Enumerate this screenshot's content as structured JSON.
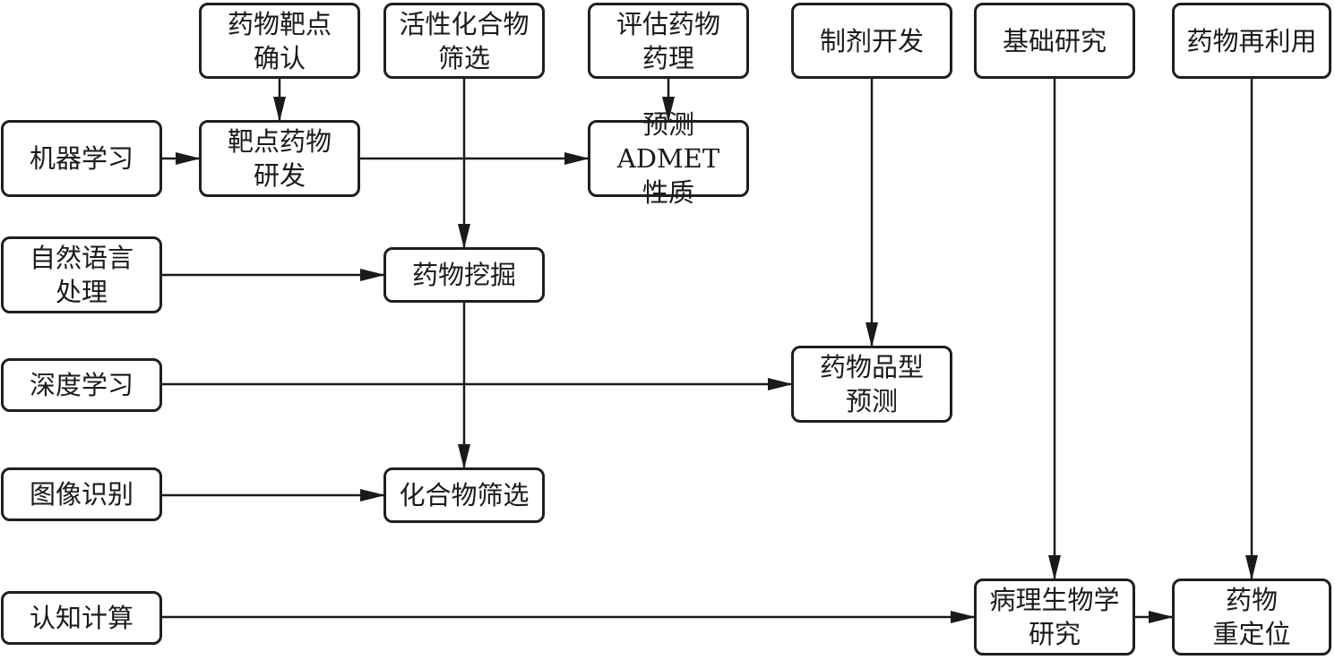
{
  "nodes": [
    {
      "id": "target-confirm",
      "label": "药物靶点\n确认"
    },
    {
      "id": "active-screen",
      "label": "活性化合物\n筛选"
    },
    {
      "id": "eval-pharm",
      "label": "评估药物\n药理"
    },
    {
      "id": "formulation",
      "label": "制剂开发"
    },
    {
      "id": "basic-research",
      "label": "基础研究"
    },
    {
      "id": "drug-reuse",
      "label": "药物再利用"
    },
    {
      "id": "machine-learning",
      "label": "机器学习"
    },
    {
      "id": "target-drug-dev",
      "label": "靶点药物\n研发"
    },
    {
      "id": "predict-admet",
      "label": "预测ADMET\n性质"
    },
    {
      "id": "nlp",
      "label": "自然语言\n处理"
    },
    {
      "id": "drug-mining",
      "label": "药物挖掘"
    },
    {
      "id": "deep-learning",
      "label": "深度学习"
    },
    {
      "id": "dosage-predict",
      "label": "药物品型\n预测"
    },
    {
      "id": "image-recog",
      "label": "图像识别"
    },
    {
      "id": "compound-screen",
      "label": "化合物筛选"
    },
    {
      "id": "cognitive",
      "label": "认知计算"
    },
    {
      "id": "pathobio",
      "label": "病理生物学\n研究"
    },
    {
      "id": "reposition",
      "label": "药物\n重定位"
    }
  ],
  "edges": [
    {
      "from": "target-confirm",
      "to": "target-drug-dev"
    },
    {
      "from": "eval-pharm",
      "to": "predict-admet"
    },
    {
      "from": "machine-learning",
      "to": "target-drug-dev"
    },
    {
      "from": "target-drug-dev",
      "to": "predict-admet"
    },
    {
      "from": "active-screen",
      "to": "drug-mining"
    },
    {
      "from": "nlp",
      "to": "drug-mining"
    },
    {
      "from": "drug-mining",
      "to": "compound-screen"
    },
    {
      "from": "image-recog",
      "to": "compound-screen"
    },
    {
      "from": "formulation",
      "to": "dosage-predict"
    },
    {
      "from": "deep-learning",
      "to": "dosage-predict"
    },
    {
      "from": "basic-research",
      "to": "pathobio"
    },
    {
      "from": "cognitive",
      "to": "pathobio"
    },
    {
      "from": "drug-reuse",
      "to": "reposition"
    },
    {
      "from": "pathobio",
      "to": "reposition"
    }
  ]
}
